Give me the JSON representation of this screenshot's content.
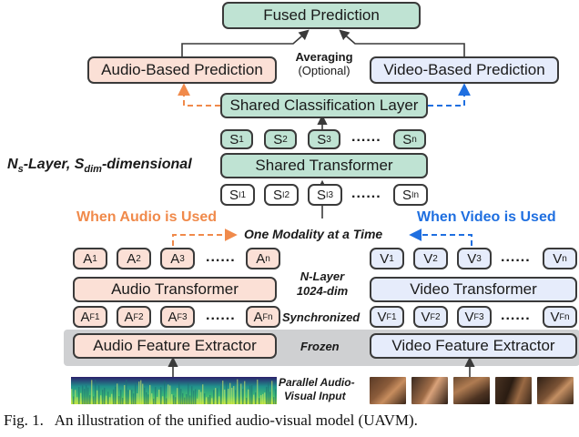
{
  "colors": {
    "green_fill": "#bfe3d3",
    "orange_fill": "#fbe0d6",
    "blue_fill": "#e6ecfb",
    "orange_accent": "#f08a4b",
    "blue_accent": "#1f6fe0",
    "frozen_band": "#cfd0d2"
  },
  "top": {
    "fused_prediction": "Fused Prediction",
    "averaging": "Averaging",
    "optional": "(Optional)",
    "audio_prediction": "Audio-Based Prediction",
    "video_prediction": "Video-Based Prediction"
  },
  "shared": {
    "classification_layer": "Shared Classification Layer",
    "layer_desc_prefix": "N",
    "layer_desc_sub_s": "s",
    "layer_desc_mid": "-Layer, S",
    "layer_desc_sub_dim": "dim",
    "layer_desc_suffix": "-dimensional",
    "transformer": "Shared Transformer",
    "ellipsis": "......",
    "output_tokens": [
      {
        "base": "S",
        "sub": "1"
      },
      {
        "base": "S",
        "sub": "2"
      },
      {
        "base": "S",
        "sub": "3"
      },
      {
        "base": "S",
        "sub": "n"
      }
    ],
    "input_tokens": [
      {
        "base": "S",
        "sup": "I",
        "sub": "1"
      },
      {
        "base": "S",
        "sup": "I",
        "sub": "2"
      },
      {
        "base": "S",
        "sup": "I",
        "sub": "3"
      },
      {
        "base": "S",
        "sup": "I",
        "sub": "n"
      }
    ]
  },
  "modality": {
    "audio_used": "When Audio is Used",
    "video_used": "When Video is Used",
    "one_at_a_time": "One Modality at a Time"
  },
  "audio": {
    "tokens": [
      {
        "base": "A",
        "sub": "1"
      },
      {
        "base": "A",
        "sub": "2"
      },
      {
        "base": "A",
        "sub": "3"
      },
      {
        "base": "A",
        "sub": "n"
      }
    ],
    "transformer": "Audio Transformer",
    "feature_tokens": [
      {
        "base": "A",
        "sup": "F",
        "sub": "1"
      },
      {
        "base": "A",
        "sup": "F",
        "sub": "2"
      },
      {
        "base": "A",
        "sup": "F",
        "sub": "3"
      },
      {
        "base": "A",
        "sup": "F",
        "sub": "n"
      }
    ],
    "feature_extractor": "Audio Feature Extractor"
  },
  "video": {
    "tokens": [
      {
        "base": "V",
        "sub": "1"
      },
      {
        "base": "V",
        "sub": "2"
      },
      {
        "base": "V",
        "sub": "3"
      },
      {
        "base": "V",
        "sub": "n"
      }
    ],
    "transformer": "Video Transformer",
    "feature_tokens": [
      {
        "base": "V",
        "sup": "F",
        "sub": "1"
      },
      {
        "base": "V",
        "sup": "F",
        "sub": "2"
      },
      {
        "base": "V",
        "sup": "F",
        "sub": "3"
      },
      {
        "base": "V",
        "sup": "F",
        "sub": "n"
      }
    ],
    "feature_extractor": "Video Feature Extractor"
  },
  "middle_labels": {
    "n_layer": "N-Layer",
    "dim": "1024-dim",
    "synchronized": "Synchronized",
    "frozen": "Frozen",
    "parallel_line1": "Parallel Audio-",
    "parallel_line2": "Visual Input"
  },
  "caption": {
    "fig": "Fig. 1.",
    "text": "An illustration of the unified audio-visual model (UAVM)."
  }
}
